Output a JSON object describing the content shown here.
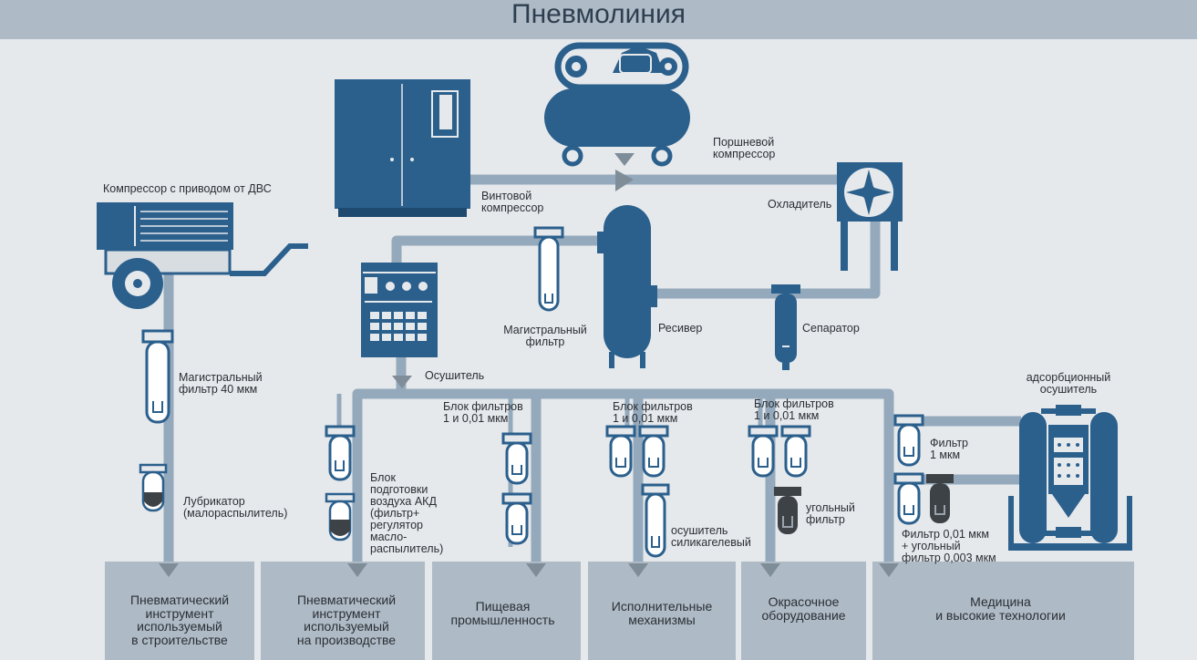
{
  "title": "Пневмолиния",
  "colors": {
    "pipe": "#94a9bb",
    "equipment": "#2b5f8c",
    "equipment_dark": "#1f4a70",
    "background": "#e6e9ec",
    "header": "#aebac5",
    "filter_body": "#ffffff",
    "charcoal_filter": "#3d4247"
  },
  "equipment": {
    "diesel_compressor": "Компрессор с приводом от ДВС",
    "screw_compressor": "Винтовой\nкомпрессор",
    "piston_compressor": "Поршневой\nкомпрессор",
    "cooler": "Охладитель",
    "main_filter": "Магистральный\nфильтр",
    "receiver": "Ресивер",
    "separator": "Сепаратор",
    "dryer": "Осушитель",
    "main_filter_40": "Магистральный\nфильтр 40 мкм",
    "lubricator": "Лубрикатор\n(малораспылитель)",
    "prep_unit": "Блок\nподготовки\nвоздуха АКД\n(фильтр+\nрегулятор\nмасло-\nраспылитель)",
    "filter_block_food": "Блок фильтров\n1 и 0,01 мкм",
    "filter_block_mech": "Блок фильтров\n1 и 0,01 мкм",
    "filter_block_paint": "Блок фильтров\n1 и 0,01 мкм",
    "silica_dryer": "осушитель\nсиликагелевый",
    "charcoal_filter": "угольный\nфильтр",
    "adsorption_dryer": "адсорбционный\nосушитель",
    "filter_1": "Фильтр\n1 мкм",
    "filter_001": "Фильтр 0,01 мкм\n+ угольный\nфильтр 0,003 мкм"
  },
  "destinations": [
    "Пневматический\nинструмент\nиспользуемый\nв строительстве",
    "Пневматический\nинструмент\nиспользуемый\nна производстве",
    "Пищевая\nпромышленность",
    "Исполнительные\nмеханизмы",
    "Окрасочное\nоборудование",
    "Медицина\nи высокие технологии"
  ]
}
